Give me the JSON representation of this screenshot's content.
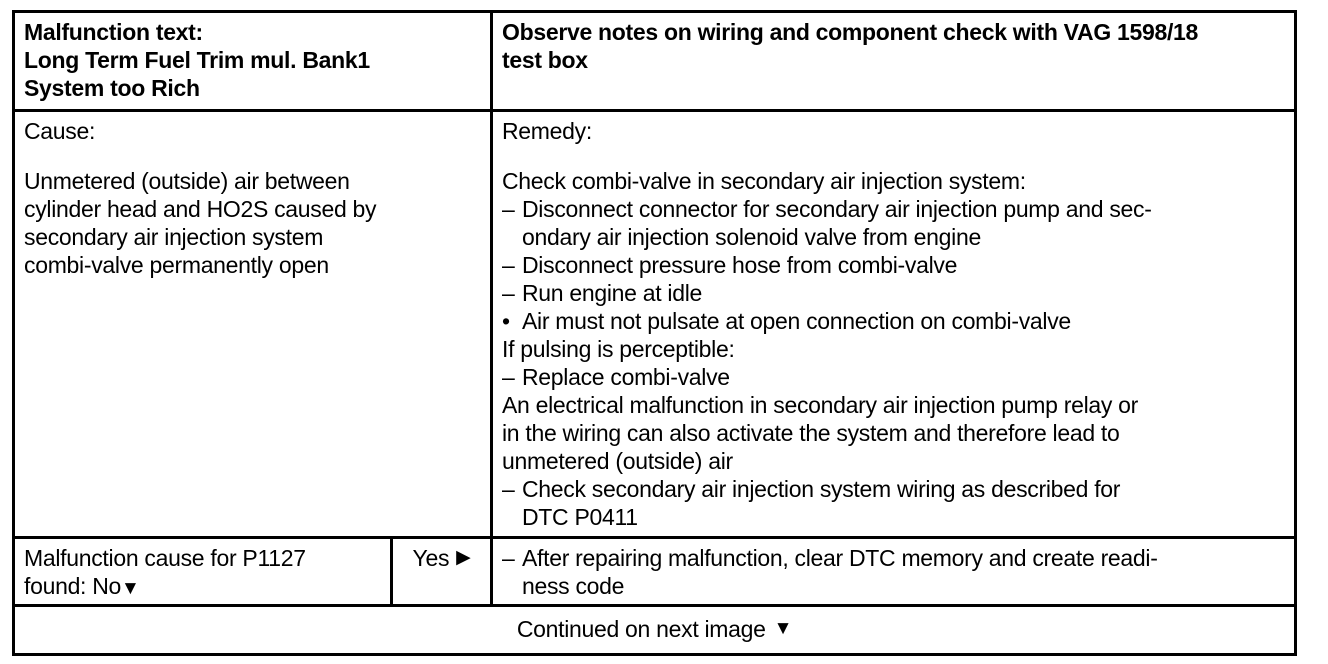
{
  "document": {
    "type": "diagnostic-fault-table",
    "glyphs": {
      "triangle_right": "▶",
      "triangle_down": "▼",
      "dash": "–",
      "bullet": "•"
    }
  },
  "header": {
    "left": {
      "title": "Malfunction text:",
      "lines": [
        "Long Term Fuel Trim mul. Bank1",
        "System too Rich"
      ]
    },
    "right": {
      "lines": [
        "Observe notes on wiring and component check with VAG 1598/18",
        "test box"
      ]
    }
  },
  "body": {
    "cause": {
      "title": "Cause:",
      "lines": [
        "Unmetered (outside) air between",
        "cylinder head and HO2S caused by",
        "secondary air injection system",
        "combi-valve permanently open"
      ]
    },
    "remedy": {
      "title": "Remedy:",
      "intro": "Check combi-valve in secondary air injection system:",
      "items": [
        {
          "mark": "–",
          "lines": [
            "Disconnect connector for secondary air injection pump and sec-",
            "ondary air injection solenoid valve from engine"
          ]
        },
        {
          "mark": "–",
          "lines": [
            "Disconnect pressure hose from combi-valve"
          ]
        },
        {
          "mark": "–",
          "lines": [
            "Run engine at idle"
          ]
        },
        {
          "mark": "•",
          "lines": [
            "Air must not pulsate at open connection on combi-valve"
          ]
        }
      ],
      "condition": "If pulsing is perceptible:",
      "items2": [
        {
          "mark": "–",
          "lines": [
            "Replace combi-valve"
          ]
        }
      ],
      "paragraph": [
        "An electrical malfunction in secondary air injection pump relay or",
        "in the wiring can also activate the system and therefore lead to",
        "unmetered (outside) air"
      ],
      "items3": [
        {
          "mark": "–",
          "lines": [
            "Check secondary air injection system wiring as described for",
            "DTC P0411"
          ]
        }
      ]
    }
  },
  "decision": {
    "question": {
      "line1": "Malfunction cause for P1127",
      "line2_label": "found: No",
      "line2_marker": "▼"
    },
    "answer": {
      "label": "Yes",
      "marker": "▶"
    },
    "action": {
      "mark": "–",
      "lines": [
        "After repairing malfunction, clear DTC memory and create readi-",
        "ness code"
      ]
    }
  },
  "footer": {
    "text": "Continued on next image",
    "marker": "▼"
  }
}
